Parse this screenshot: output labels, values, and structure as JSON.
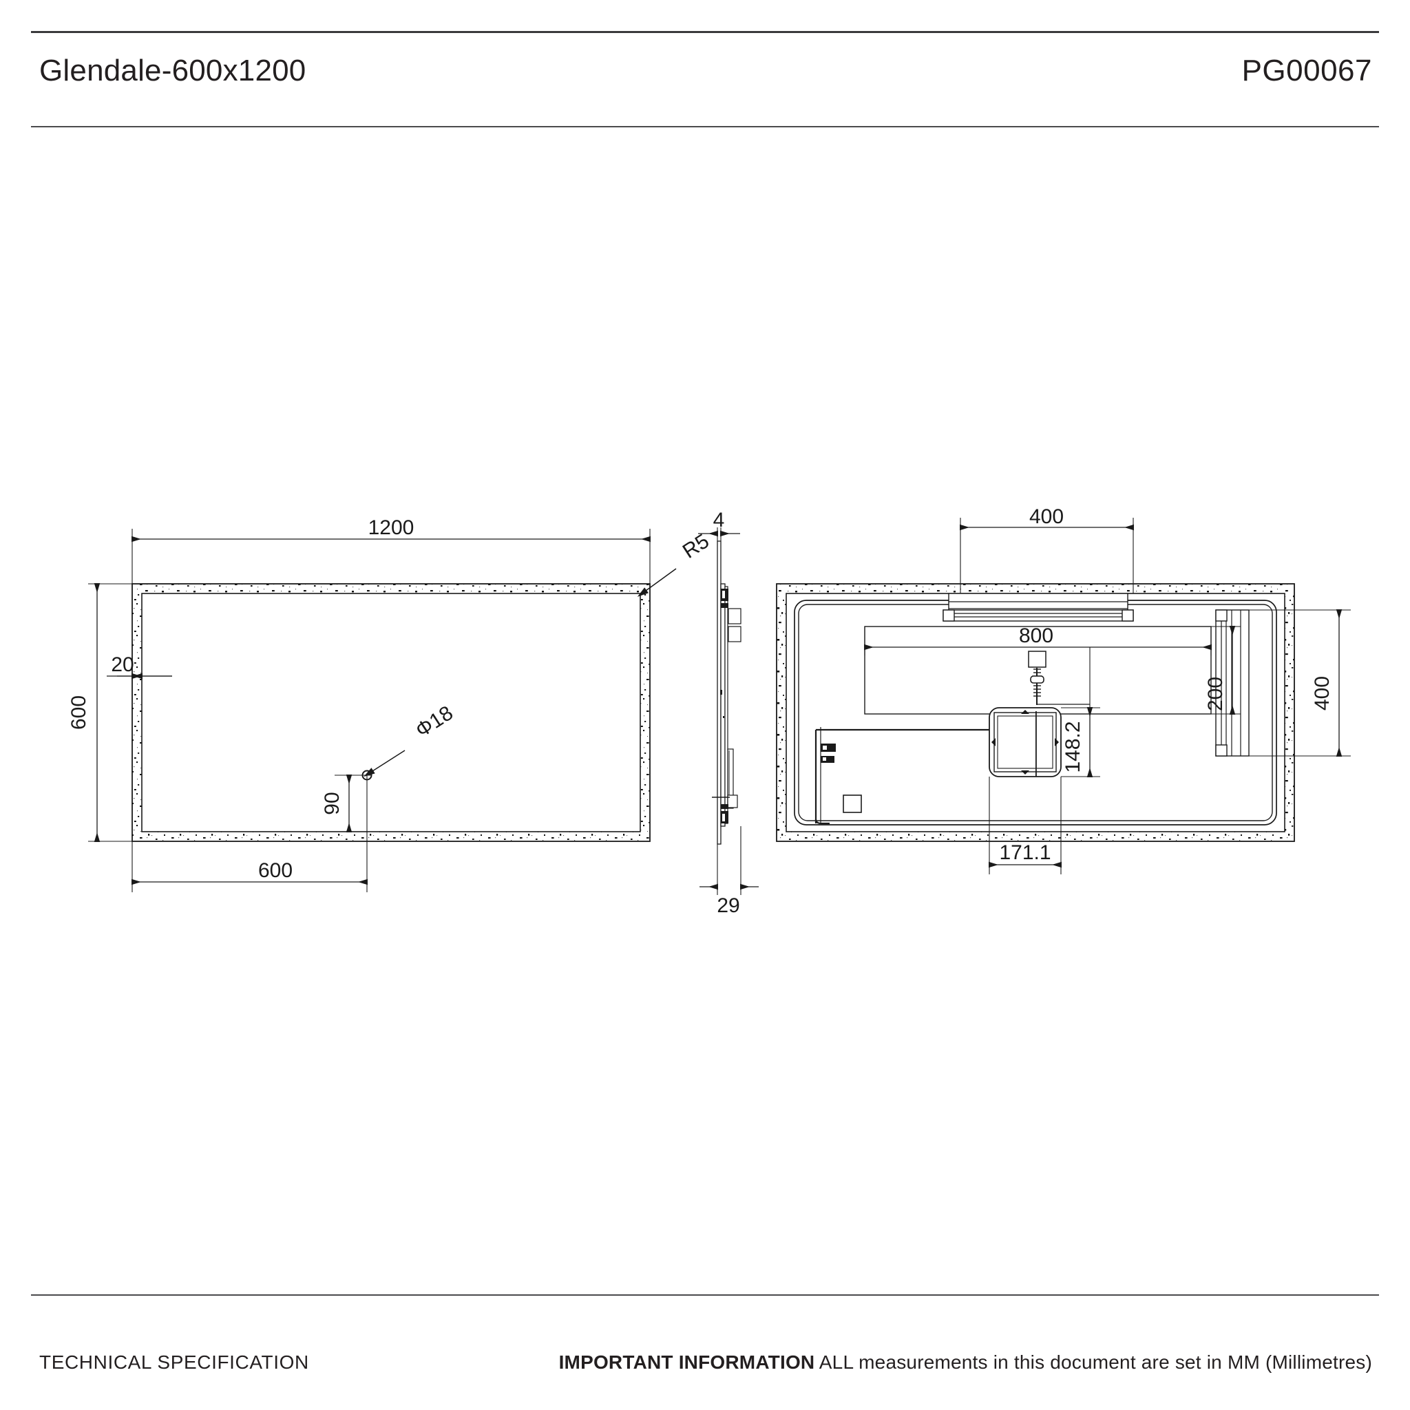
{
  "header": {
    "title": "Glendale-600x1200",
    "product_code": "PG00067"
  },
  "footer": {
    "left_label": "TECHNICAL SPECIFICATION",
    "right_strong": "IMPORTANT INFORMATION",
    "right_text": " ALL measurements in this document are set in MM (Millimetres)"
  },
  "views": {
    "front": {
      "name": "front-elevation",
      "dimensions": {
        "width": "1200",
        "height": "600",
        "frame_thickness": "20",
        "corner_radius": "R5",
        "hole_diameter": "Φ18",
        "hole_offset_x": "600",
        "hole_offset_y": "90"
      }
    },
    "side": {
      "name": "side-section",
      "dimensions": {
        "glass_thickness": "4",
        "total_depth": "29"
      }
    },
    "rear": {
      "name": "rear-elevation",
      "dimensions": {
        "top_pad_width": "400",
        "mid_pad_width": "800",
        "mid_pad_height": "200",
        "side_pad_height": "400",
        "driver_height": "148.2",
        "driver_offset": "171.1"
      }
    }
  }
}
